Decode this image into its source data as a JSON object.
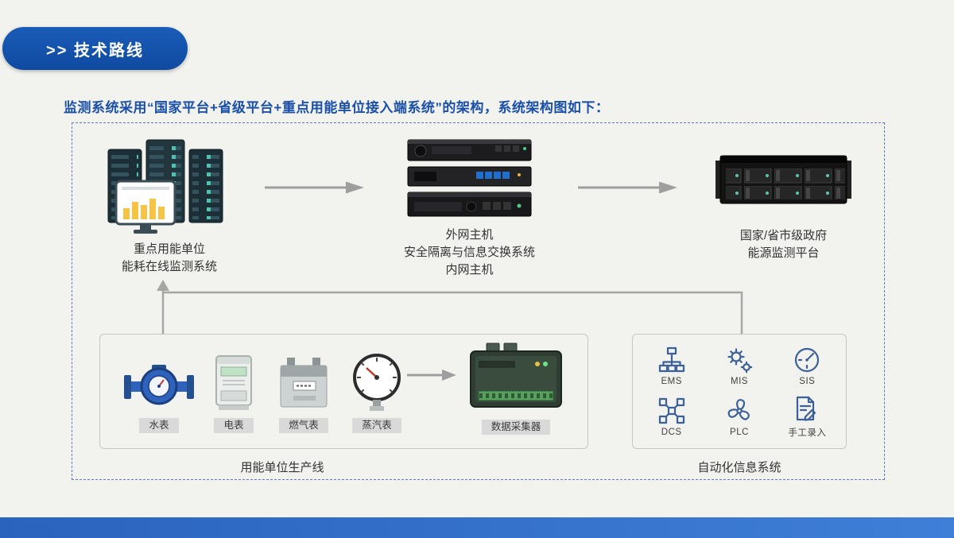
{
  "banner": {
    "label": ">> 技术路线"
  },
  "heading": "监测系统采用“国家平台+省级平台+重点用能单位接入端系统”的架构，系统架构图如下：",
  "nodes": {
    "monitor_system": {
      "line1": "重点用能单位",
      "line2": "能耗在线监测系统"
    },
    "gateway": {
      "line1": "外网主机",
      "line2": "安全隔离与信息交换系统",
      "line3": "内网主机"
    },
    "gov_platform": {
      "line1": "国家/省市级政府",
      "line2": "能源监测平台"
    }
  },
  "production": {
    "meters": [
      {
        "label": "水表"
      },
      {
        "label": "电表"
      },
      {
        "label": "燃气表"
      },
      {
        "label": "蒸汽表"
      }
    ],
    "collector_label": "数据采集器",
    "caption": "用能单位生产线"
  },
  "automation": {
    "items": [
      {
        "label": "EMS"
      },
      {
        "label": "MIS"
      },
      {
        "label": "SIS"
      },
      {
        "label": "DCS"
      },
      {
        "label": "PLC"
      },
      {
        "label": "手工录入"
      }
    ],
    "caption": "自动化信息系统"
  },
  "colors": {
    "accent_blue": "#1b50a8",
    "banner_blue": "#0f4aa0",
    "icon_blue": "#3c6098"
  }
}
